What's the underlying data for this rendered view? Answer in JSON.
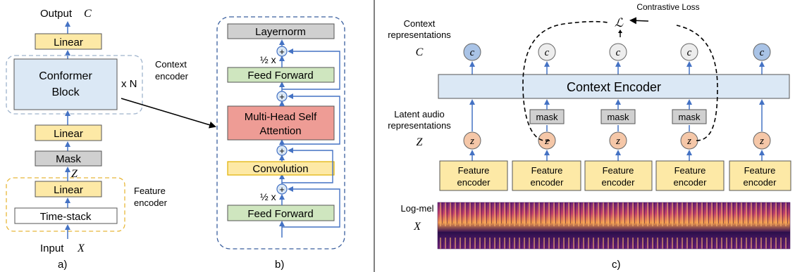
{
  "panel_a": {
    "output_label": "Output",
    "output_symbol": "C",
    "linear_top": "Linear",
    "conformer_line1": "Conformer",
    "conformer_line2": "Block",
    "times_n": "x N",
    "context_encoder_line1": "Context",
    "context_encoder_line2": "encoder",
    "linear_mid": "Linear",
    "mask": "Mask",
    "z_symbol": "Z",
    "linear_low": "Linear",
    "time_stack": "Time-stack",
    "feature_encoder_line1": "Feature",
    "feature_encoder_line2": "encoder",
    "input_label": "Input",
    "input_symbol": "X",
    "caption": "a)"
  },
  "panel_b": {
    "layernorm": "Layernorm",
    "half_top": "½ x",
    "feed_forward_top": "Feed Forward",
    "mhsa_line1": "Multi-Head Self",
    "mhsa_line2": "Attention",
    "convolution": "Convolution",
    "half_bottom": "½ x",
    "feed_forward_bottom": "Feed Forward",
    "plus": "+",
    "caption": "b)"
  },
  "panel_c": {
    "contrastive_loss": "Contrastive Loss",
    "loss_symbol": "ℒ",
    "context_rep_line1": "Context",
    "context_rep_line2": "representations",
    "context_symbol": "C",
    "c_node": "c",
    "context_encoder": "Context Encoder",
    "mask": "mask",
    "latent_line1": "Latent audio",
    "latent_line2": "representations",
    "latent_symbol": "Z",
    "z_node": "z",
    "feature_line1": "Feature",
    "feature_line2": "encoder",
    "logmel": "Log-mel",
    "x_symbol": "X",
    "caption": "c)"
  },
  "colors": {
    "linear_yellow": "#fde9a6",
    "yellow_border": "#e0b000",
    "mask_gray": "#d0d0d0",
    "conformer_blue": "#dbe8f5",
    "mhsa_red": "#ee9c95",
    "ff_green": "#cfe6bf",
    "c_node_blue": "#a9c3e6",
    "c_node_gray": "#ededed",
    "z_node_orange": "#f5c7a8",
    "arrow_blue": "#4472c4",
    "dashed_blue": "#3a5f9e"
  }
}
